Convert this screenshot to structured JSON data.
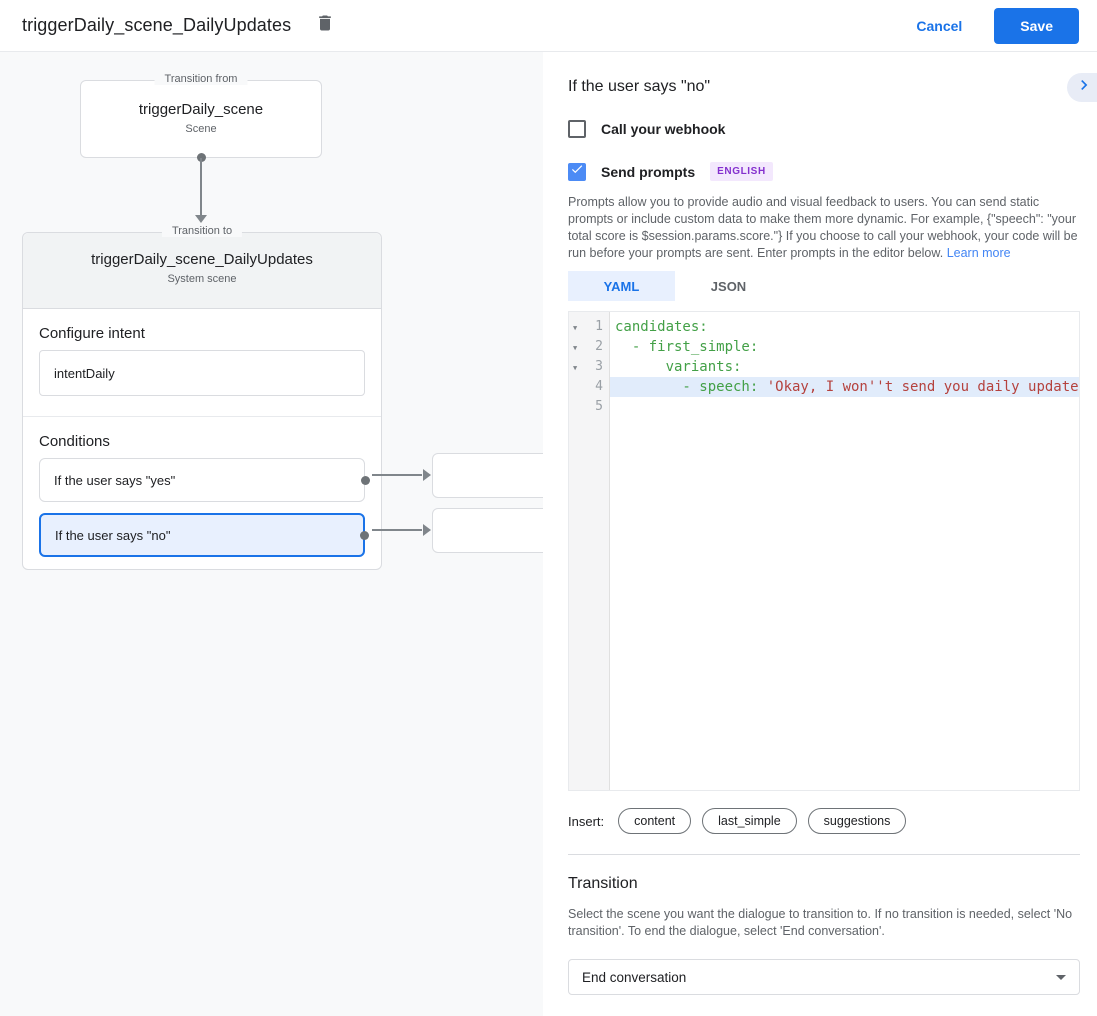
{
  "header": {
    "title": "triggerDaily_scene_DailyUpdates",
    "cancel_label": "Cancel",
    "save_label": "Save"
  },
  "diagram": {
    "from_box": {
      "legend": "Transition from",
      "title": "triggerDaily_scene",
      "subtitle": "Scene"
    },
    "to_box": {
      "legend": "Transition to",
      "title": "triggerDaily_scene_DailyUpdates",
      "subtitle": "System scene",
      "configure_intent_label": "Configure intent",
      "intent_value": "intentDaily",
      "conditions_label": "Conditions",
      "conditions": [
        {
          "label": "If the user says \"yes\"",
          "selected": false
        },
        {
          "label": "If the user says \"no\"",
          "selected": true
        }
      ]
    }
  },
  "panel": {
    "title": "If the user says \"no\"",
    "webhook_label": "Call your webhook",
    "send_prompts_label": "Send prompts",
    "language_badge": "ENGLISH",
    "description": "Prompts allow you to provide audio and visual feedback to users. You can send static prompts or include custom data to make them more dynamic. For example, {\"speech\": \"your total score is $session.params.score.\"} If you choose to call your webhook, your code will be run before your prompts are sent. Enter prompts in the editor below.",
    "learn_more_label": "Learn more",
    "tabs": [
      {
        "label": "YAML",
        "active": true
      },
      {
        "label": "JSON",
        "active": false
      }
    ],
    "editor": {
      "gutter": [
        {
          "num": "1",
          "fold": "▼"
        },
        {
          "num": "2",
          "fold": "▼"
        },
        {
          "num": "3",
          "fold": "▼"
        },
        {
          "num": "4",
          "fold": ""
        },
        {
          "num": "5",
          "fold": ""
        }
      ],
      "lines": [
        {
          "key": "candidates:",
          "string": ""
        },
        {
          "key": "  - first_simple:",
          "string": ""
        },
        {
          "key": "      variants:",
          "string": ""
        },
        {
          "key": "        - speech: ",
          "string": "'Okay, I won''t send you daily updates.'"
        },
        {
          "key": "",
          "string": ""
        }
      ]
    },
    "insert_label": "Insert:",
    "insert_buttons": [
      "content",
      "last_simple",
      "suggestions"
    ],
    "transition": {
      "heading": "Transition",
      "description": "Select the scene you want the dialogue to transition to. If no transition is needed, select 'No transition'. To end the dialogue, select 'End conversation'.",
      "selected_value": "End conversation"
    }
  },
  "colors": {
    "accent": "#1a73e8",
    "selected_condition_bg": "#e8f0fe",
    "checkbox_checked": "#4c8bf5",
    "code_key": "#43a047",
    "code_string": "#b5423e",
    "badge_bg": "#f3e8fd",
    "badge_text": "#8430ce",
    "canvas_bg": "#f8f9fa"
  }
}
